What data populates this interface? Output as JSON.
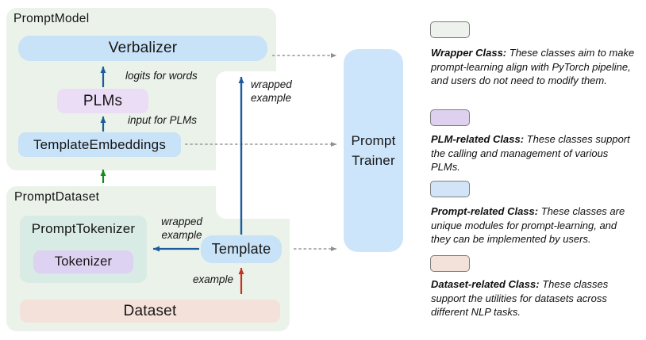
{
  "diagram": {
    "prompt_model_label": "PromptModel",
    "verbalizer": "Verbalizer",
    "plms": "PLMs",
    "template_embeddings": "TemplateEmbeddings",
    "prompt_dataset_label": "PromptDataset",
    "prompt_tokenizer": "PromptTokenizer",
    "tokenizer": "Tokenizer",
    "dataset": "Dataset",
    "template": "Template",
    "trainer_line1": "Prompt",
    "trainer_line2": "Trainer"
  },
  "edge_labels": {
    "logits": "logits for words",
    "input": "input for PLMs",
    "wrapped_line1": "wrapped",
    "wrapped_line2": "example",
    "example": "example"
  },
  "colors": {
    "container_green": "#eaf2ea",
    "prompt_blue": "#c8e2f7",
    "plm_purple": "#ecddf6",
    "tokenizer_teal": "#d8ebe4",
    "dataset_pink": "#f4e1da",
    "arrow_blue": "#1b5c9c",
    "arrow_green": "#178a17",
    "arrow_red": "#c2341f",
    "arrow_gray": "#999999"
  },
  "legend": {
    "items": [
      {
        "title": "Wrapper Class:",
        "body": "These classes aim to make prompt-learning align with PyTorch pipeline, and users do not need to modify them.",
        "swatch": "#edf2ec"
      },
      {
        "title": "PLM-related Class:",
        "body": "These classes support the calling and management of various PLMs.",
        "swatch": "#ddd1ef"
      },
      {
        "title": "Prompt-related Class:",
        "body": "These classes are unique modules for prompt-learning, and they can be implemented by users.",
        "swatch": "#d2e5f8"
      },
      {
        "title": "Dataset-related Class:",
        "body": "These classes support the utilities for datasets across different NLP tasks.",
        "swatch": "#f3e2da"
      }
    ]
  }
}
